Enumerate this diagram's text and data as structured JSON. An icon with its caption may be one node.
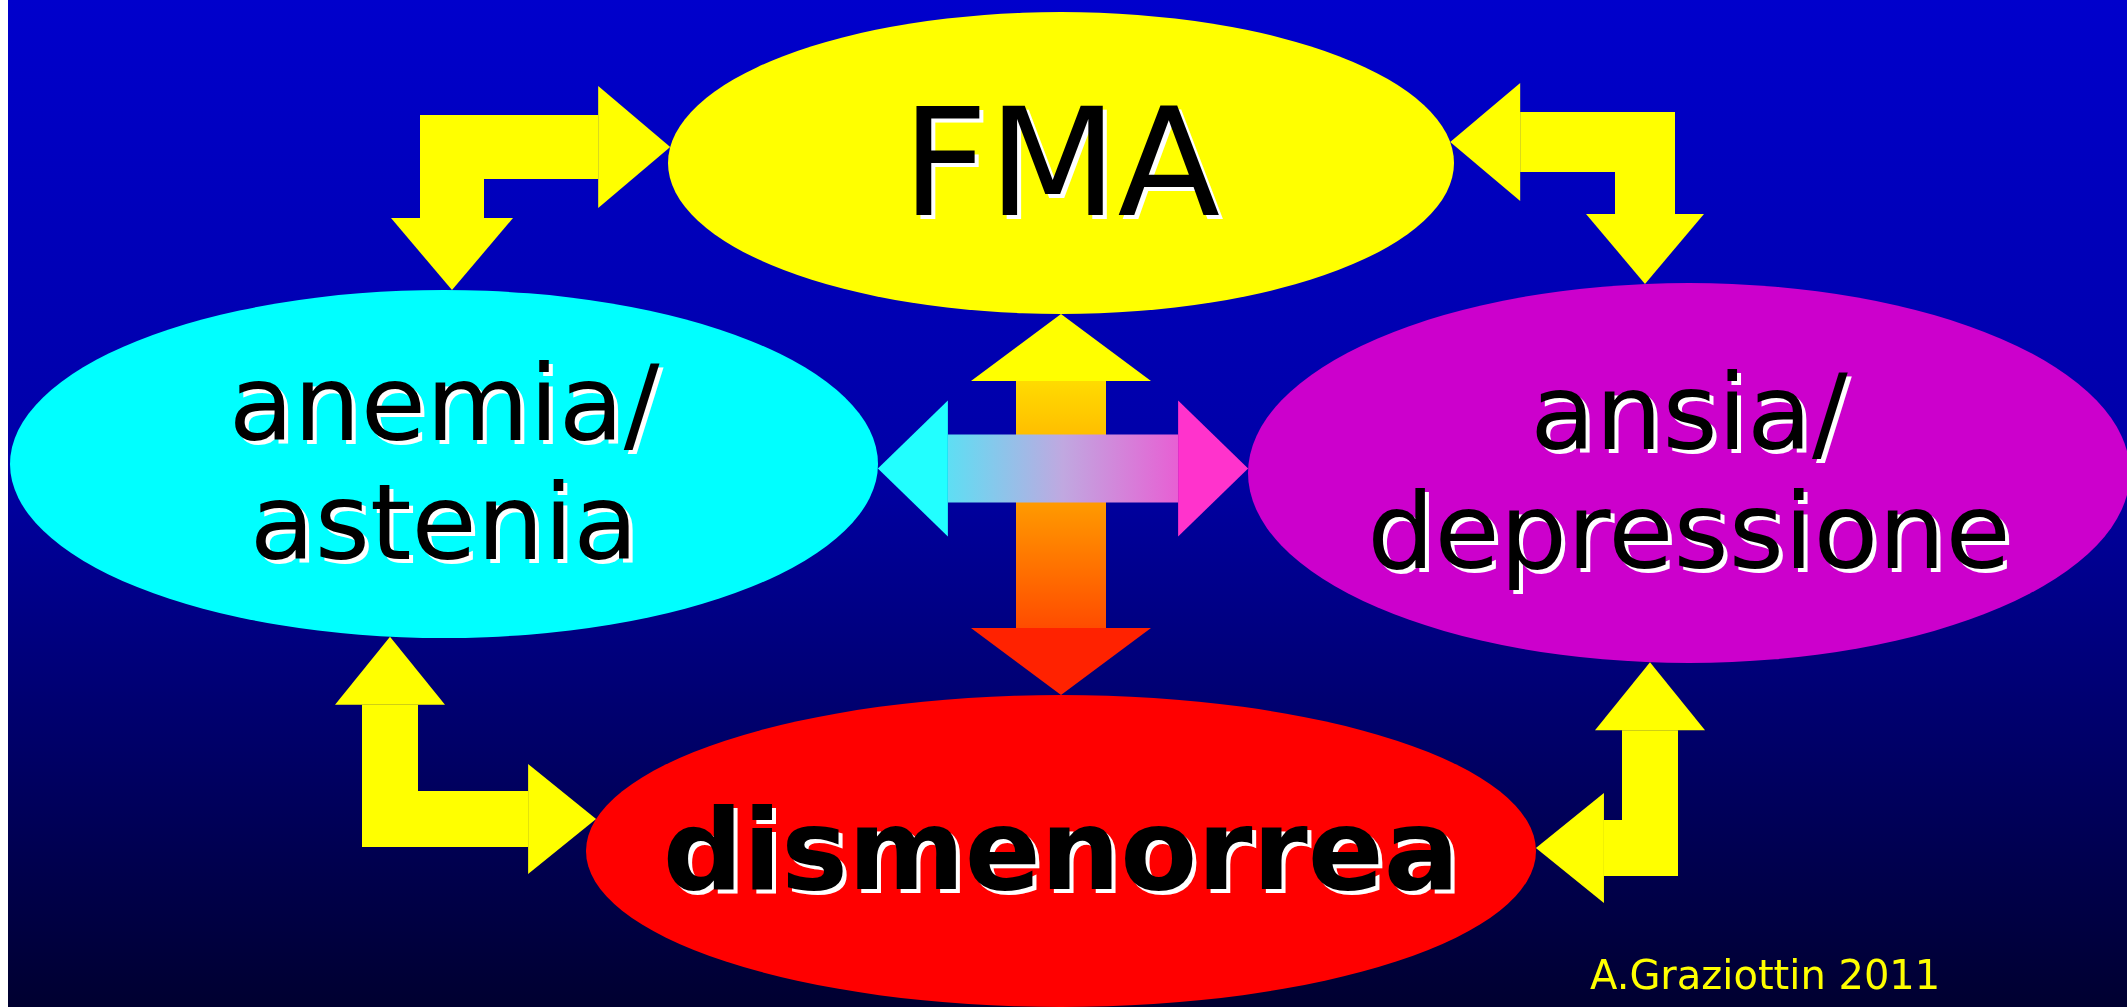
{
  "diagram": {
    "nodes": [
      {
        "text": [
          "FMA"
        ]
      },
      {
        "text": [
          "anemia/ astenia"
        ]
      },
      {
        "text": [
          "ansia/ depressione"
        ]
      },
      {
        "text": [
          "dismenorrea"
        ]
      }
    ],
    "edges": [
      {
        "from": 0,
        "to": 1,
        "arrow": "both"
      },
      {
        "from": 0,
        "to": 2,
        "arrow": "both"
      },
      {
        "from": 1,
        "to": 3,
        "arrow": "both"
      },
      {
        "from": 2,
        "to": 3,
        "arrow": "both"
      },
      {
        "from": 0,
        "to": 3,
        "arrow": "both",
        "color": "#ff9900"
      },
      {
        "from": 1,
        "to": 2,
        "arrow": "both",
        "color": "#c0a8e0"
      }
    ],
    "labels": [
      "A.Graziottin 2011"
    ]
  }
}
